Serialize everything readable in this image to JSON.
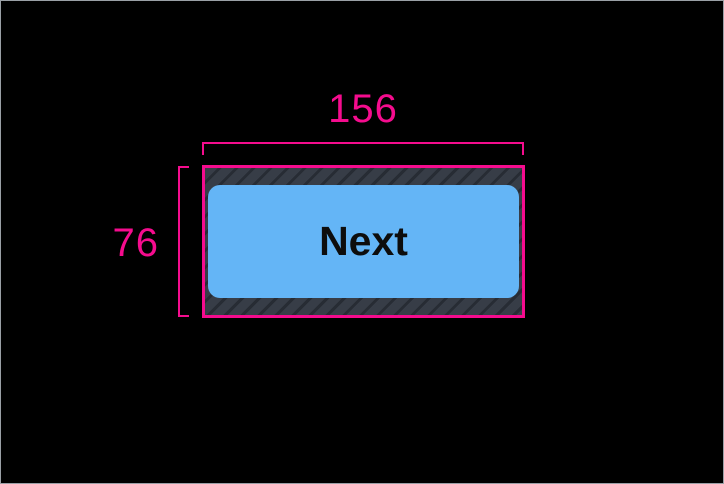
{
  "inspector_overlay": {
    "width_label": "156",
    "height_label": "76",
    "accent_color": "#f50c8e",
    "padding_hatch_base_color": "#373d47",
    "padding_hatch_stripe_color": "#272c34"
  },
  "button": {
    "label": "Next",
    "fill_color": "#64b5f6",
    "text_color": "#0d0d0d"
  },
  "screen": {
    "background_color": "#000000"
  }
}
